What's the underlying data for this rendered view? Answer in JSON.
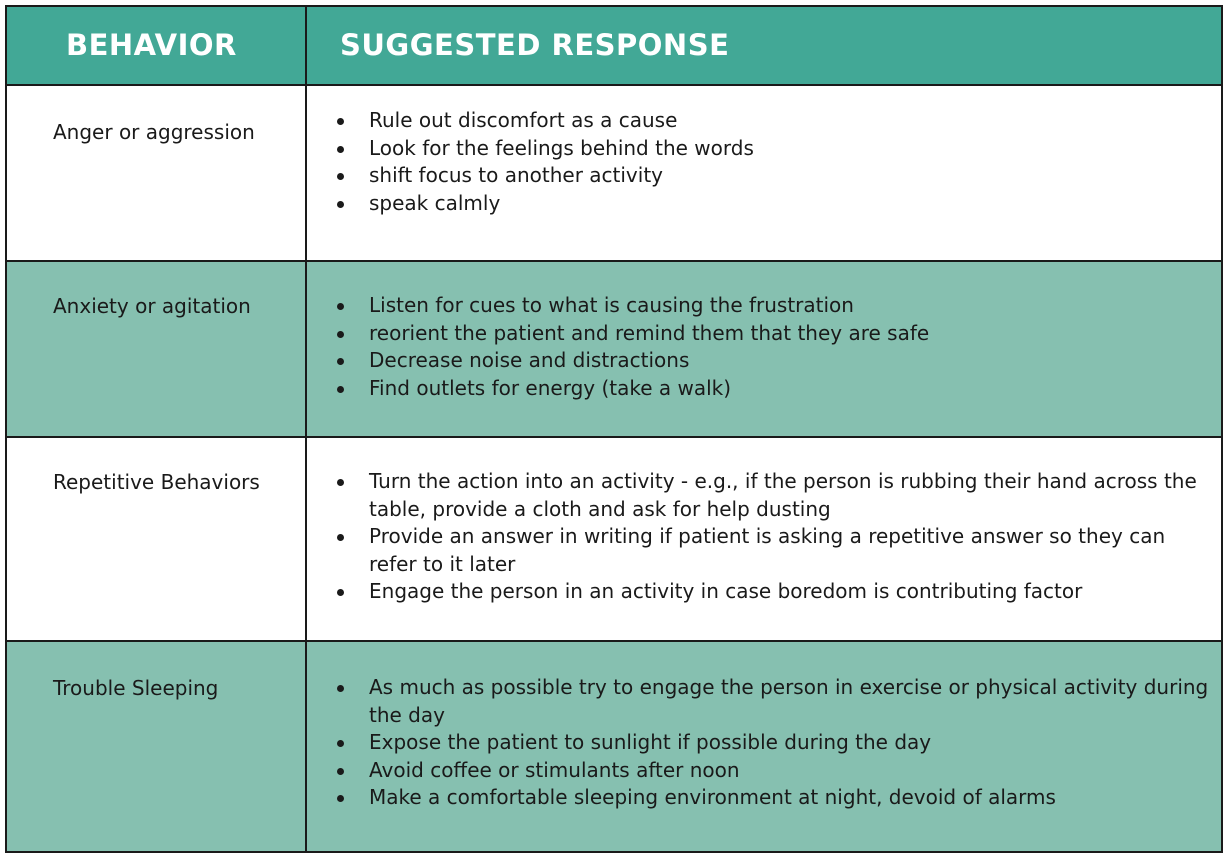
{
  "header": {
    "behavior": "BEHAVIOR",
    "response": "SUGGESTED RESPONSE"
  },
  "rows": [
    {
      "behavior": "Anger or aggression",
      "responses": [
        "Rule out discomfort as a cause",
        "Look for the feelings behind the words",
        "shift focus to another activity",
        "speak calmly"
      ]
    },
    {
      "behavior": "Anxiety or agitation",
      "responses": [
        "Listen for cues to what is causing the frustration",
        "reorient the patient and remind them that they are safe",
        "Decrease noise and distractions",
        "Find outlets for energy (take a walk)"
      ]
    },
    {
      "behavior": "Repetitive Behaviors",
      "responses": [
        "Turn the action into an activity - e.g., if the person is rubbing their hand across the table, provide a cloth and ask for help dusting",
        "Provide an answer in writing if patient is asking a repetitive answer so they can refer to it later",
        "Engage the person in an activity in case boredom is contributing factor"
      ]
    },
    {
      "behavior": "Trouble Sleeping",
      "responses": [
        "As much as possible try to engage the person in exercise or physical activity during the day",
        "Expose the patient to sunlight if possible during the day",
        "Avoid coffee or stimulants after noon",
        "Make a comfortable sleeping environment at night, devoid of alarms"
      ]
    }
  ],
  "colors": {
    "header_bg": "#42a896",
    "alt_row_bg": "#86c0b0",
    "border": "#1a1a1a"
  }
}
